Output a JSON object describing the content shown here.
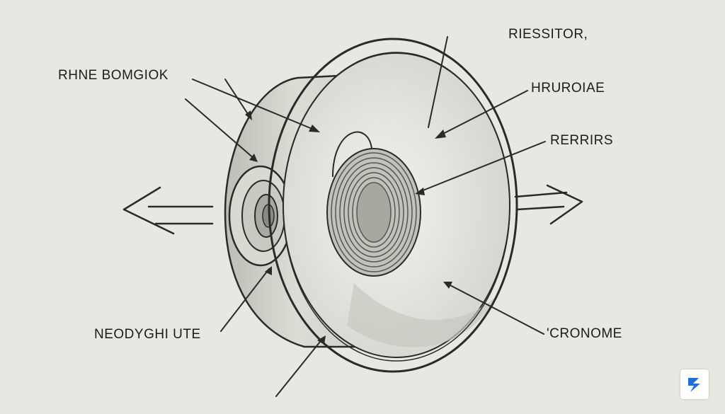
{
  "diagram": {
    "labels": [
      {
        "id": "lbl-0",
        "text": "RHNE BOMGIOK"
      },
      {
        "id": "lbl-1",
        "text": "RIESSITOR,"
      },
      {
        "id": "lbl-2",
        "text": "HRUROIAE"
      },
      {
        "id": "lbl-3",
        "text": "RERRIRS"
      },
      {
        "id": "lbl-4",
        "text": "NEODYGHI UTE"
      },
      {
        "id": "lbl-5",
        "text": "'CRONOME"
      }
    ]
  },
  "colors": {
    "background": "#e8e7e1",
    "line": "#2a2a2a",
    "badge_blue": "#1d6fe0"
  },
  "icons": {
    "badge": "corner-logo-icon"
  }
}
